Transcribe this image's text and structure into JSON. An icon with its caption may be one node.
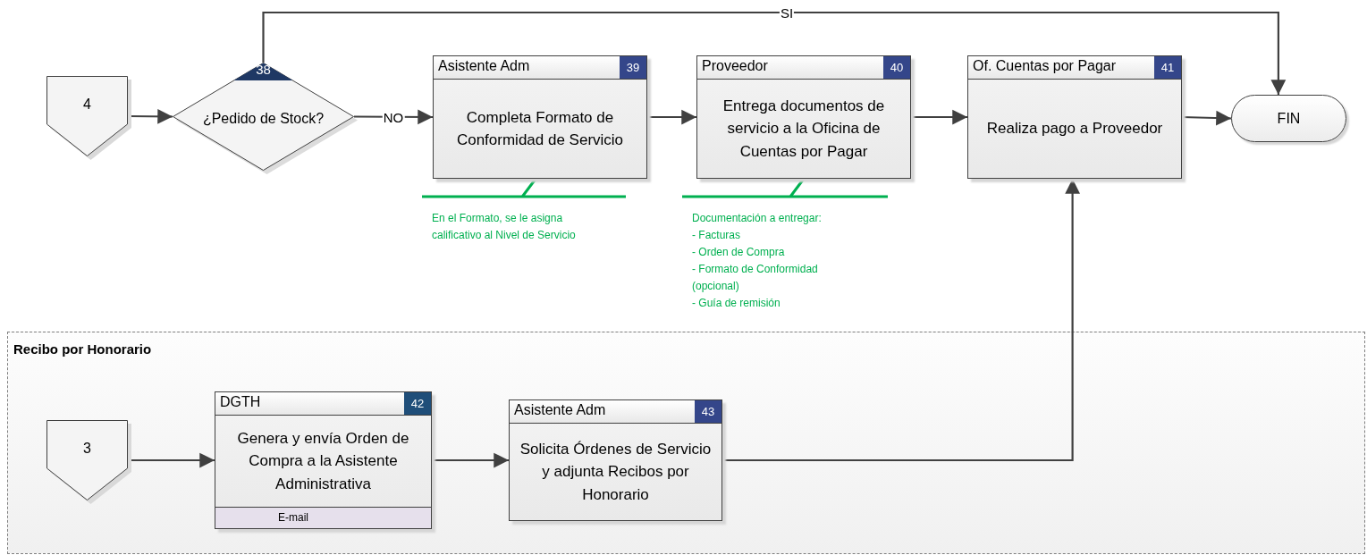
{
  "diagram": {
    "nodes": [
      {
        "text": [
          "4"
        ]
      },
      {
        "text": [
          "38",
          "¿Pedido de Stock?"
        ]
      },
      {
        "text": [
          "Asistente Adm",
          "39",
          "Completa Formato de Conformidad de Servicio"
        ]
      },
      {
        "text": [
          "Proveedor",
          "40",
          "Entrega documentos de servicio a la Oficina de Cuentas por Pagar"
        ]
      },
      {
        "text": [
          "Of. Cuentas por Pagar",
          "41",
          "Realiza pago a Proveedor"
        ]
      },
      {
        "text": [
          "FIN"
        ]
      },
      {
        "text": [
          "Recibo por Honorario"
        ]
      },
      {
        "text": [
          "3"
        ],
        "in": 6
      },
      {
        "text": [
          "DGTH",
          "42",
          "Genera y envía Orden de Compra a la Asistente Administrativa",
          "E-mail"
        ],
        "in": 6
      },
      {
        "text": [
          "Asistente Adm",
          "43",
          "Solicita Órdenes de Servicio y adjunta Recibos por Honorario"
        ],
        "in": 6
      },
      {
        "text": [
          "En el Formato, se le asigna calificativo al Nivel de Servicio"
        ]
      },
      {
        "text": [
          "Documentación a entregar:",
          "- Facturas",
          "- Orden de Compra",
          "- Formato de Conformidad (opcional)",
          "- Guía de remisión"
        ]
      }
    ],
    "edges": [
      {
        "from": 0,
        "to": 1,
        "arrow": "to"
      },
      {
        "from": 1,
        "to": 2,
        "arrow": "to",
        "label": "NO"
      },
      {
        "from": 1,
        "to": 5,
        "arrow": "to",
        "label": "SI"
      },
      {
        "from": 2,
        "to": 3,
        "arrow": "to"
      },
      {
        "from": 3,
        "to": 4,
        "arrow": "to"
      },
      {
        "from": 4,
        "to": 5,
        "arrow": "to"
      },
      {
        "from": 7,
        "to": 8,
        "arrow": "to"
      },
      {
        "from": 8,
        "to": 9,
        "arrow": "to"
      },
      {
        "from": 9,
        "to": 4,
        "arrow": "to"
      },
      {
        "from": 10,
        "to": 2,
        "arrow": "none",
        "color": "#00b050"
      },
      {
        "from": 11,
        "to": 3,
        "arrow": "none",
        "color": "#00b050"
      }
    ]
  }
}
